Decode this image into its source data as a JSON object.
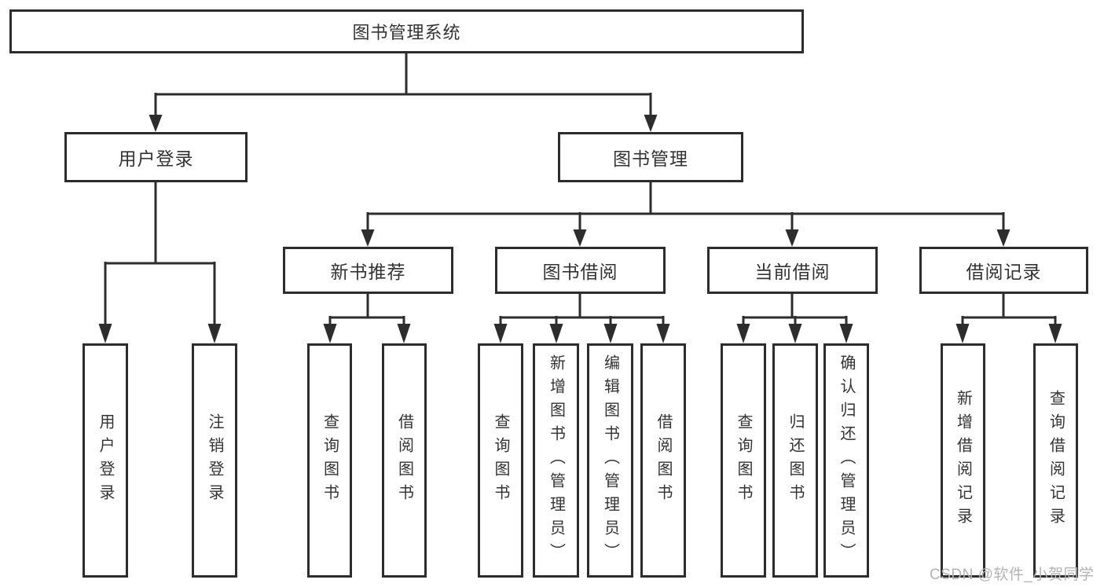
{
  "tree": {
    "label": "图书管理系统",
    "children": [
      {
        "label": "用户登录",
        "children": [
          {
            "label": "用户登录"
          },
          {
            "label": "注销登录"
          }
        ]
      },
      {
        "label": "图书管理",
        "children": [
          {
            "label": "新书推荐",
            "children": [
              {
                "label": "查询图书"
              },
              {
                "label": "借阅图书"
              }
            ]
          },
          {
            "label": "图书借阅",
            "children": [
              {
                "label": "查询图书"
              },
              {
                "label": "新增图书（管理员）"
              },
              {
                "label": "编辑图书（管理员）"
              },
              {
                "label": "借阅图书"
              }
            ]
          },
          {
            "label": "当前借阅",
            "children": [
              {
                "label": "查询图书"
              },
              {
                "label": "归还图书"
              },
              {
                "label": "确认归还（管理员）"
              }
            ]
          },
          {
            "label": "借阅记录",
            "children": [
              {
                "label": "新增借阅记录"
              },
              {
                "label": "查询借阅记录"
              }
            ]
          }
        ]
      }
    ]
  },
  "colors": {
    "line": "#2d2d2d",
    "text": "#333333",
    "watermark": "#b3b3b3"
  },
  "watermark": "CSDN @软件_小贺同学"
}
